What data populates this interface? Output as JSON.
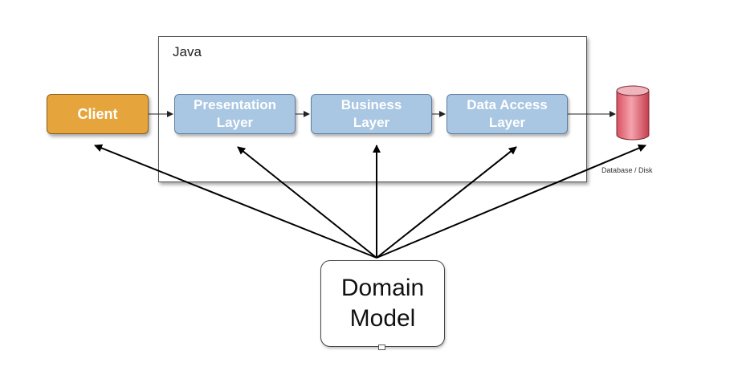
{
  "container": {
    "title": "Java"
  },
  "client": {
    "label": "Client",
    "color": "#e5a53c"
  },
  "layers": [
    {
      "line1": "Presentation",
      "line2": "Layer"
    },
    {
      "line1": "Business",
      "line2": "Layer"
    },
    {
      "line1": "Data Access",
      "line2": "Layer"
    }
  ],
  "layer_color": "#a9c6e2",
  "database": {
    "label": "Database / Disk",
    "icon": "database-cylinder-icon",
    "color": "#e06b78"
  },
  "domain_model": {
    "line1": "Domain",
    "line2": "Model"
  },
  "edges": [
    {
      "from": "client",
      "to": "presentation-layer"
    },
    {
      "from": "presentation-layer",
      "to": "business-layer"
    },
    {
      "from": "business-layer",
      "to": "data-access-layer"
    },
    {
      "from": "data-access-layer",
      "to": "database"
    },
    {
      "from": "domain-model",
      "to": "client"
    },
    {
      "from": "domain-model",
      "to": "presentation-layer"
    },
    {
      "from": "domain-model",
      "to": "business-layer"
    },
    {
      "from": "domain-model",
      "to": "data-access-layer"
    },
    {
      "from": "domain-model",
      "to": "database"
    }
  ]
}
